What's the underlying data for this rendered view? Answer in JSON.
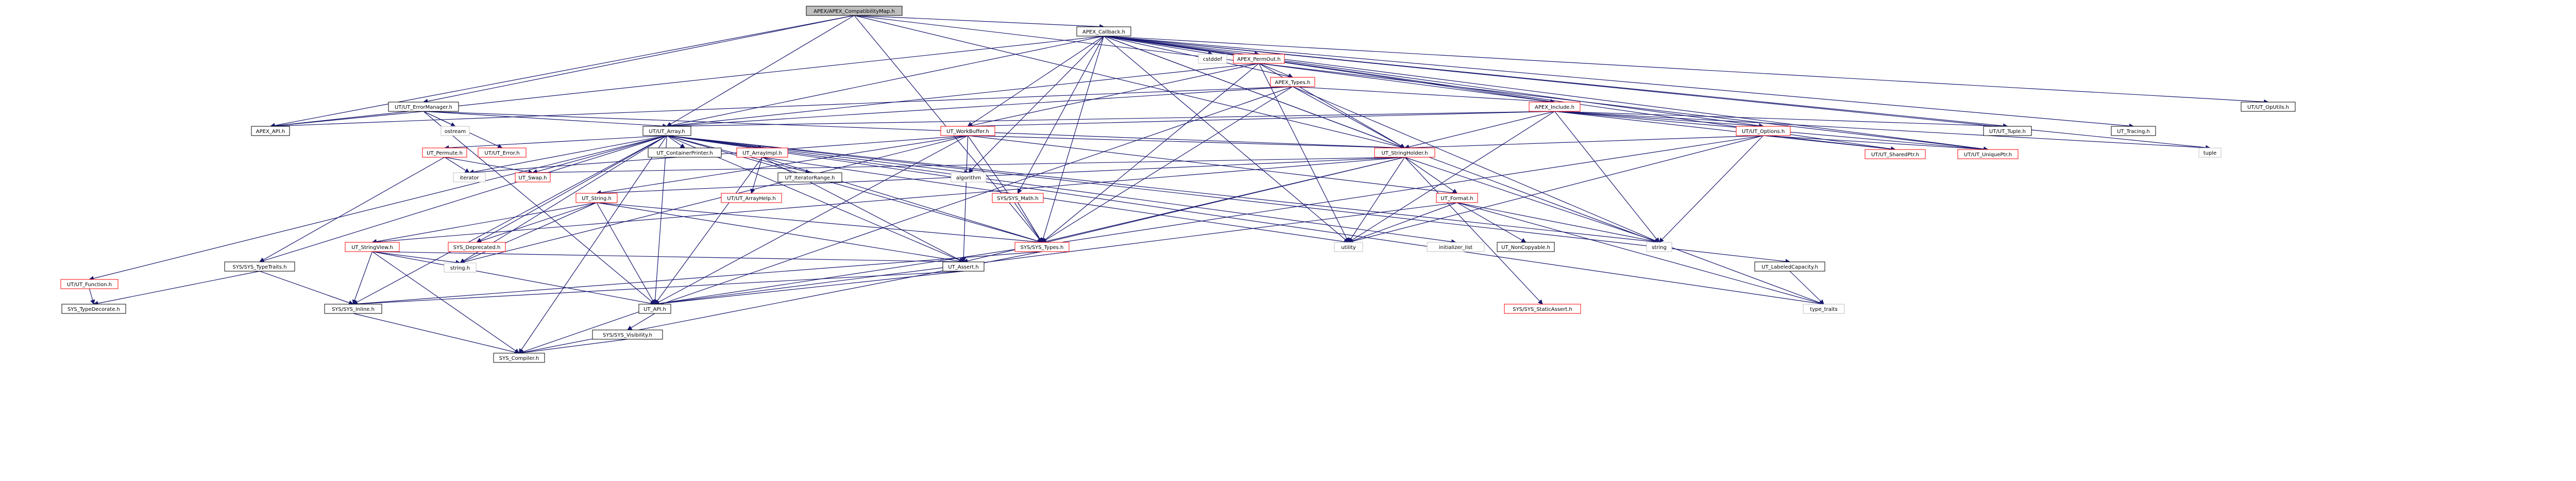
{
  "nodes": [
    {
      "id": "root",
      "label": "APEX/APEX_CompatibilityMap.h",
      "kind": "root"
    },
    {
      "id": "cb",
      "label": "APEX_Callback.h",
      "kind": "normal"
    },
    {
      "id": "api",
      "label": "APEX_API.h",
      "kind": "normal"
    },
    {
      "id": "errmgr",
      "label": "UT/UT_ErrorManager.h",
      "kind": "normal"
    },
    {
      "id": "utarr",
      "label": "UT/UT_Array.h",
      "kind": "normal"
    },
    {
      "id": "cstddef",
      "label": "cstddef",
      "kind": "linked"
    },
    {
      "id": "perm",
      "label": "APEX_PermOut.h",
      "kind": "red"
    },
    {
      "id": "types",
      "label": "APEX_Types.h",
      "kind": "red"
    },
    {
      "id": "include",
      "label": "APEX_Include.h",
      "kind": "red"
    },
    {
      "id": "ostream",
      "label": "ostream",
      "kind": "linked"
    },
    {
      "id": "errorh",
      "label": "UT/UT_Error.h",
      "kind": "red"
    },
    {
      "id": "workbuf",
      "label": "UT_WorkBuffer.h",
      "kind": "red"
    },
    {
      "id": "options",
      "label": "UT/UT_Options.h",
      "kind": "red"
    },
    {
      "id": "tuple2",
      "label": "UT/UT_Tuple.h",
      "kind": "normal"
    },
    {
      "id": "tracing",
      "label": "UT_Tracing.h",
      "kind": "normal"
    },
    {
      "id": "oputils",
      "label": "UT/UT_OpUtils.h",
      "kind": "normal"
    },
    {
      "id": "function",
      "label": "UT/UT_Function.h",
      "kind": "red"
    },
    {
      "id": "permute",
      "label": "UT_Permute.h",
      "kind": "red"
    },
    {
      "id": "arrimpl",
      "label": "UT_ArrayImpl.h",
      "kind": "red"
    },
    {
      "id": "contprint",
      "label": "UT_ContainerPrinter.h",
      "kind": "normal"
    },
    {
      "id": "strholder",
      "label": "UT_StringHolder.h",
      "kind": "red"
    },
    {
      "id": "sharedptr",
      "label": "UT/UT_SharedPtr.h",
      "kind": "red"
    },
    {
      "id": "uniqueptr",
      "label": "UT/UT_UniquePtr.h",
      "kind": "red"
    },
    {
      "id": "tuple",
      "label": "tuple",
      "kind": "linked"
    },
    {
      "id": "iterator",
      "label": "iterator",
      "kind": "linked"
    },
    {
      "id": "swap",
      "label": "UT_Swap.h",
      "kind": "red"
    },
    {
      "id": "utstring",
      "label": "UT_String.h",
      "kind": "red"
    },
    {
      "id": "arrhelp",
      "label": "UT/UT_ArrayHelp.h",
      "kind": "red"
    },
    {
      "id": "iterrange",
      "label": "UT_IteratorRange.h",
      "kind": "normal"
    },
    {
      "id": "sysmath",
      "label": "SYS/SYS_Math.h",
      "kind": "red"
    },
    {
      "id": "format",
      "label": "UT_Format.h",
      "kind": "red"
    },
    {
      "id": "algorithm",
      "label": "algorithm",
      "kind": "linked"
    },
    {
      "id": "strview",
      "label": "UT_StringView.h",
      "kind": "red"
    },
    {
      "id": "deprecated",
      "label": "SYS_Deprecated.h",
      "kind": "red"
    },
    {
      "id": "systypes",
      "label": "SYS/SYS_Types.h",
      "kind": "red"
    },
    {
      "id": "utility",
      "label": "utility",
      "kind": "linked"
    },
    {
      "id": "initlist",
      "label": "initializer_list",
      "kind": "linked"
    },
    {
      "id": "noncopy",
      "label": "UT_NonCopyable.h",
      "kind": "normal"
    },
    {
      "id": "string",
      "label": "string",
      "kind": "linked"
    },
    {
      "id": "labcap",
      "label": "UT_LabeledCapacity.h",
      "kind": "normal"
    },
    {
      "id": "typetraits",
      "label": "SYS/SYS_TypeTraits.h",
      "kind": "normal"
    },
    {
      "id": "stringh",
      "label": "string.h",
      "kind": "linked"
    },
    {
      "id": "assert",
      "label": "UT_Assert.h",
      "kind": "normal"
    },
    {
      "id": "typedecorate",
      "label": "SYS_TypeDecorate.h",
      "kind": "normal"
    },
    {
      "id": "inline",
      "label": "SYS/SYS_Inline.h",
      "kind": "normal"
    },
    {
      "id": "utapi",
      "label": "UT_API.h",
      "kind": "normal"
    },
    {
      "id": "staticassert",
      "label": "SYS/SYS_StaticAssert.h",
      "kind": "red"
    },
    {
      "id": "type_traits",
      "label": "type_traits",
      "kind": "linked"
    },
    {
      "id": "visibility",
      "label": "SYS/SYS_Visibility.h",
      "kind": "normal"
    },
    {
      "id": "compiler",
      "label": "SYS_Compiler.h",
      "kind": "normal"
    }
  ],
  "edges": [
    [
      "root",
      "cb"
    ],
    [
      "root",
      "api"
    ],
    [
      "root",
      "errmgr"
    ],
    [
      "root",
      "utarr"
    ],
    [
      "root",
      "strholder"
    ],
    [
      "root",
      "systypes"
    ],
    [
      "root",
      "uniqueptr"
    ],
    [
      "cb",
      "cstddef"
    ],
    [
      "cb",
      "perm"
    ],
    [
      "cb",
      "types"
    ],
    [
      "cb",
      "include"
    ],
    [
      "cb",
      "api"
    ],
    [
      "cb",
      "utarr"
    ],
    [
      "cb",
      "workbuf"
    ],
    [
      "cb",
      "options"
    ],
    [
      "cb",
      "tuple2"
    ],
    [
      "cb",
      "tracing"
    ],
    [
      "cb",
      "oputils"
    ],
    [
      "cb",
      "strholder"
    ],
    [
      "cb",
      "sharedptr"
    ],
    [
      "cb",
      "uniqueptr"
    ],
    [
      "cb",
      "systypes"
    ],
    [
      "cb",
      "utility"
    ],
    [
      "cb",
      "tuple"
    ],
    [
      "cb",
      "type_traits"
    ],
    [
      "cb",
      "algorithm"
    ],
    [
      "cb",
      "sysmath"
    ],
    [
      "perm",
      "types"
    ],
    [
      "perm",
      "include"
    ],
    [
      "perm",
      "utarr"
    ],
    [
      "perm",
      "strholder"
    ],
    [
      "perm",
      "systypes"
    ],
    [
      "perm",
      "utility"
    ],
    [
      "perm",
      "workbuf"
    ],
    [
      "types",
      "include"
    ],
    [
      "types",
      "api"
    ],
    [
      "types",
      "utarr"
    ],
    [
      "types",
      "strholder"
    ],
    [
      "types",
      "systypes"
    ],
    [
      "types",
      "compiler"
    ],
    [
      "types",
      "string"
    ],
    [
      "include",
      "utarr"
    ],
    [
      "include",
      "options"
    ],
    [
      "include",
      "strholder"
    ],
    [
      "include",
      "sharedptr"
    ],
    [
      "include",
      "uniqueptr"
    ],
    [
      "include",
      "tuple2"
    ],
    [
      "include",
      "utility"
    ],
    [
      "include",
      "string"
    ],
    [
      "include",
      "workbuf"
    ],
    [
      "include",
      "tuple"
    ],
    [
      "errmgr",
      "ostream"
    ],
    [
      "errmgr",
      "errorh"
    ],
    [
      "errmgr",
      "utarr"
    ],
    [
      "errmgr",
      "api"
    ],
    [
      "errmgr",
      "utapi"
    ],
    [
      "errmgr",
      "strholder"
    ],
    [
      "utarr",
      "function"
    ],
    [
      "utarr",
      "permute"
    ],
    [
      "utarr",
      "arrimpl"
    ],
    [
      "utarr",
      "contprint"
    ],
    [
      "utarr",
      "iterator"
    ],
    [
      "utarr",
      "swap"
    ],
    [
      "utarr",
      "iterrange"
    ],
    [
      "utarr",
      "algorithm"
    ],
    [
      "utarr",
      "utapi"
    ],
    [
      "utarr",
      "assert"
    ],
    [
      "utarr",
      "typetraits"
    ],
    [
      "utarr",
      "inline"
    ],
    [
      "utarr",
      "systypes"
    ],
    [
      "utarr",
      "compiler"
    ],
    [
      "utarr",
      "deprecated"
    ],
    [
      "utarr",
      "labcap"
    ],
    [
      "utarr",
      "initlist"
    ],
    [
      "utarr",
      "string"
    ],
    [
      "utarr",
      "type_traits"
    ],
    [
      "utarr",
      "stringh"
    ],
    [
      "workbuf",
      "utstring"
    ],
    [
      "workbuf",
      "strholder"
    ],
    [
      "workbuf",
      "format"
    ],
    [
      "workbuf",
      "assert"
    ],
    [
      "workbuf",
      "utapi"
    ],
    [
      "workbuf",
      "systypes"
    ],
    [
      "workbuf",
      "stringh"
    ],
    [
      "workbuf",
      "iterator"
    ],
    [
      "options",
      "strholder"
    ],
    [
      "options",
      "uniqueptr"
    ],
    [
      "options",
      "sharedptr"
    ],
    [
      "options",
      "utapi"
    ],
    [
      "options",
      "utility"
    ],
    [
      "options",
      "string"
    ],
    [
      "strholder",
      "format"
    ],
    [
      "strholder",
      "utstring"
    ],
    [
      "strholder",
      "swap"
    ],
    [
      "strholder",
      "assert"
    ],
    [
      "strholder",
      "utility"
    ],
    [
      "strholder",
      "systypes"
    ],
    [
      "strholder",
      "staticassert"
    ],
    [
      "strholder",
      "strview"
    ],
    [
      "strholder",
      "string"
    ],
    [
      "arrimpl",
      "arrhelp"
    ],
    [
      "arrimpl",
      "assert"
    ],
    [
      "arrimpl",
      "systypes"
    ],
    [
      "arrimpl",
      "utility"
    ],
    [
      "arrimpl",
      "utapi"
    ],
    [
      "permute",
      "swap"
    ],
    [
      "permute",
      "typetraits"
    ],
    [
      "permute",
      "iterator"
    ],
    [
      "utstring",
      "strview"
    ],
    [
      "utstring",
      "deprecated"
    ],
    [
      "utstring",
      "assert"
    ],
    [
      "utstring",
      "systypes"
    ],
    [
      "utstring",
      "stringh"
    ],
    [
      "utstring",
      "utapi"
    ],
    [
      "strview",
      "assert"
    ],
    [
      "strview",
      "utapi"
    ],
    [
      "strview",
      "inline"
    ],
    [
      "strview",
      "compiler"
    ],
    [
      "strview",
      "stringh"
    ],
    [
      "format",
      "utility"
    ],
    [
      "format",
      "noncopy"
    ],
    [
      "format",
      "string"
    ],
    [
      "format",
      "type_traits"
    ],
    [
      "format",
      "utapi"
    ],
    [
      "sysmath",
      "systypes"
    ],
    [
      "systypes",
      "compiler"
    ],
    [
      "systypes",
      "inline"
    ],
    [
      "typetraits",
      "typedecorate"
    ],
    [
      "typetraits",
      "inline"
    ],
    [
      "assert",
      "utapi"
    ],
    [
      "assert",
      "inline"
    ],
    [
      "utapi",
      "visibility"
    ],
    [
      "visibility",
      "compiler"
    ],
    [
      "inline",
      "compiler"
    ],
    [
      "labcap",
      "type_traits"
    ],
    [
      "function",
      "typedecorate"
    ]
  ]
}
